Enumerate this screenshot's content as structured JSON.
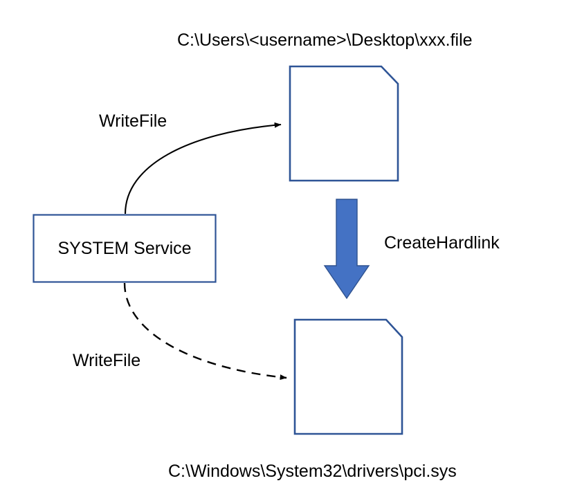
{
  "diagram": {
    "title": "SYSTEM Service hardlink file write diagram",
    "background_color": "#FFFFFF",
    "shape_stroke_color": "#2E5496",
    "arrow_fill_color": "#4472C4",
    "arrow_stroke_color": "#2F528F",
    "connector_color": "#000000",
    "text_color": "#000000"
  },
  "nodes": {
    "service_box": {
      "label": "SYSTEM Service",
      "shape": "rectangle"
    },
    "top_document": {
      "label": "",
      "shape": "document-folded-corner",
      "caption": "C:\\Users\\<username>\\Desktop\\xxx.file"
    },
    "bottom_document": {
      "label": "",
      "shape": "document-folded-corner",
      "caption": "C:\\Windows\\System32\\drivers\\pci.sys"
    }
  },
  "labels": {
    "top_path": "C:\\Users\\<username>\\Desktop\\xxx.file",
    "bottom_path": "C:\\Windows\\System32\\drivers\\pci.sys",
    "write_file_upper": "WriteFile",
    "write_file_lower": "WriteFile",
    "create_hardlink": "CreateHardlink"
  },
  "edges": [
    {
      "name": "service-to-top-document",
      "label": "WriteFile",
      "style": "solid",
      "arrowhead": "filled-triangle",
      "from": "service_box",
      "to": "top_document"
    },
    {
      "name": "service-to-bottom-document",
      "label": "WriteFile",
      "style": "dashed",
      "arrowhead": "filled-triangle",
      "from": "service_box",
      "to": "bottom_document"
    },
    {
      "name": "top-document-to-bottom-document",
      "label": "CreateHardlink",
      "style": "block-arrow",
      "arrowhead": "block",
      "from": "top_document",
      "to": "bottom_document"
    }
  ]
}
